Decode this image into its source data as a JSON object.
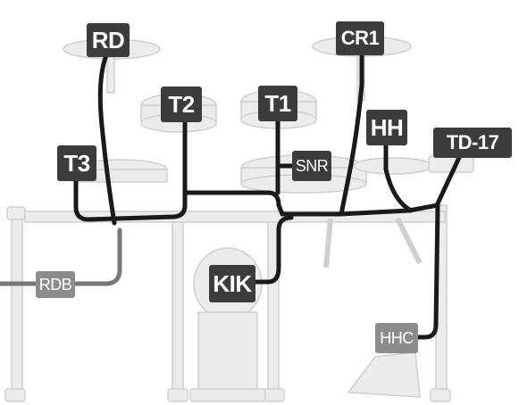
{
  "labels": {
    "rd": "RD",
    "cr1": "CR1",
    "t2": "T2",
    "t1": "T1",
    "t3": "T3",
    "snr": "SNR",
    "hh": "HH",
    "td17": "TD-17",
    "kik": "KIK",
    "rdb": "RDB",
    "hhc": "HHC"
  },
  "colors": {
    "cable": "#1a1a1a",
    "grey_cable": "#777777",
    "hardware": "#e6e6e6",
    "hardware_edge": "#c8c8c8",
    "label_dark": "#3c3c3c",
    "label_grey": "#8c8c8c"
  }
}
